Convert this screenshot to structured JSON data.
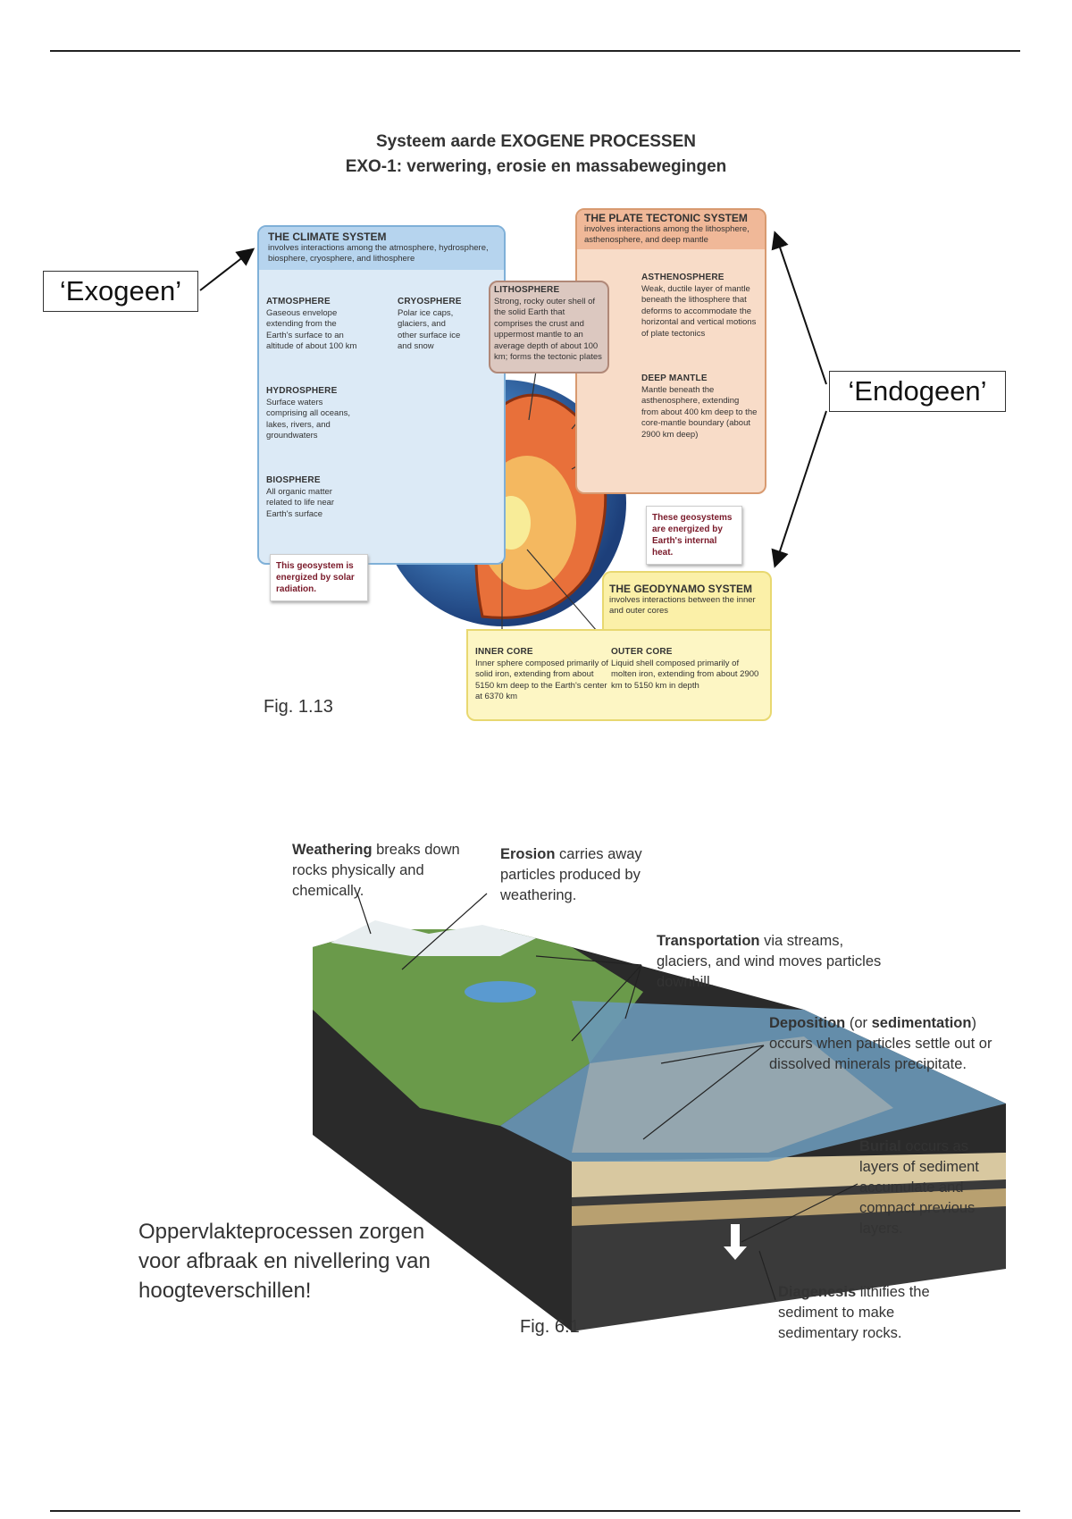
{
  "page": {
    "title_line1": "Systeem aarde EXOGENE PROCESSEN",
    "title_line2": "EXO-1: verwering, erosie en massabewegingen"
  },
  "figure1": {
    "caption": "Fig. 1.13",
    "callout_exogeen": "‘Exogeen’",
    "callout_endogeen": "‘Endogeen’",
    "climate": {
      "title": "THE CLIMATE SYSTEM",
      "desc": "involves interactions among the atmosphere, hydrosphere, biosphere, cryosphere, and lithosphere",
      "atmosphere_title": "ATMOSPHERE",
      "atmosphere": "Gaseous envelope extending from the Earth's surface to an altitude of about 100 km",
      "cryosphere_title": "CRYOSPHERE",
      "cryosphere": "Polar ice caps, glaciers, and other surface ice and snow",
      "hydrosphere_title": "HYDROSPHERE",
      "hydrosphere": "Surface waters comprising all oceans, lakes, rivers, and groundwaters",
      "biosphere_title": "BIOSPHERE",
      "biosphere": "All organic matter related to life near Earth's surface",
      "energy_note": "This geosystem is energized by solar radiation."
    },
    "plate": {
      "title": "THE PLATE TECTONIC SYSTEM",
      "desc": "involves interactions among the lithosphere, asthenosphere, and deep mantle",
      "lithosphere_title": "LITHOSPHERE",
      "lithosphere": "Strong, rocky outer shell of the solid Earth that comprises the crust and uppermost mantle to an average depth of about 100 km; forms the tectonic plates",
      "asthenosphere_title": "ASTHENOSPHERE",
      "asthenosphere": "Weak, ductile layer of mantle beneath the lithosphere that deforms to accommodate the horizontal and vertical motions of plate tectonics",
      "deep_mantle_title": "DEEP MANTLE",
      "deep_mantle": "Mantle beneath the asthenosphere, extending from about 400 km deep to the core-mantle boundary (about 2900 km deep)",
      "energy_note": "These geosystems are energized by Earth's internal heat."
    },
    "geodynamo": {
      "title": "THE GEODYNAMO SYSTEM",
      "desc": "involves interactions between the inner and outer cores",
      "inner_core_title": "INNER CORE",
      "inner_core": "Inner sphere composed primarily of solid iron, extending from about 5150 km deep to the Earth's center at 6370 km",
      "outer_core_title": "OUTER CORE",
      "outer_core": "Liquid shell composed primarily of molten iron, extending from about 2900 km to 5150 km in depth"
    }
  },
  "figure2": {
    "caption": "Fig. 6.1",
    "weathering_bold": "Weathering",
    "weathering": " breaks down rocks physically and chemically.",
    "erosion_bold": "Erosion",
    "erosion": " carries away particles produced by weathering.",
    "transport_bold": "Transportation",
    "transport": " via streams, glaciers, and wind moves particles downhill.",
    "deposition_bold": "Deposition",
    "deposition_mid": " (or ",
    "deposition_bold2": "sedimentation",
    "deposition": ") occurs when particles settle out or dissolved minerals precipitate.",
    "burial_bold": "Burial",
    "burial": " occurs as layers of sediment accumulate and compact previous layers.",
    "diagenesis_bold": "Diagenesis",
    "diagenesis": " lithifies the sediment to make sedimentary rocks.",
    "summary": "Oppervlakteprocessen zorgen voor afbraak en nivellering van hoogteverschillen!"
  }
}
